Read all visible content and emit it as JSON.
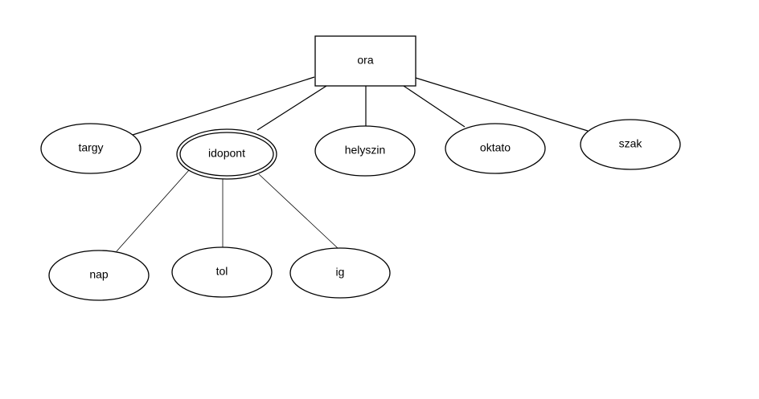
{
  "diagram": {
    "entity": {
      "id": "ora",
      "label": "ora"
    },
    "attributes": [
      {
        "id": "targy",
        "label": "targy",
        "multivalued": false
      },
      {
        "id": "idopont",
        "label": "idopont",
        "multivalued": true
      },
      {
        "id": "helyszin",
        "label": "helyszin",
        "multivalued": false
      },
      {
        "id": "oktato",
        "label": "oktato",
        "multivalued": false
      },
      {
        "id": "szak",
        "label": "szak",
        "multivalued": false
      }
    ],
    "sub_attributes": [
      {
        "id": "nap",
        "label": "nap",
        "parent": "idopont"
      },
      {
        "id": "tol",
        "label": "tol",
        "parent": "idopont"
      },
      {
        "id": "ig",
        "label": "ig",
        "parent": "idopont"
      }
    ]
  }
}
